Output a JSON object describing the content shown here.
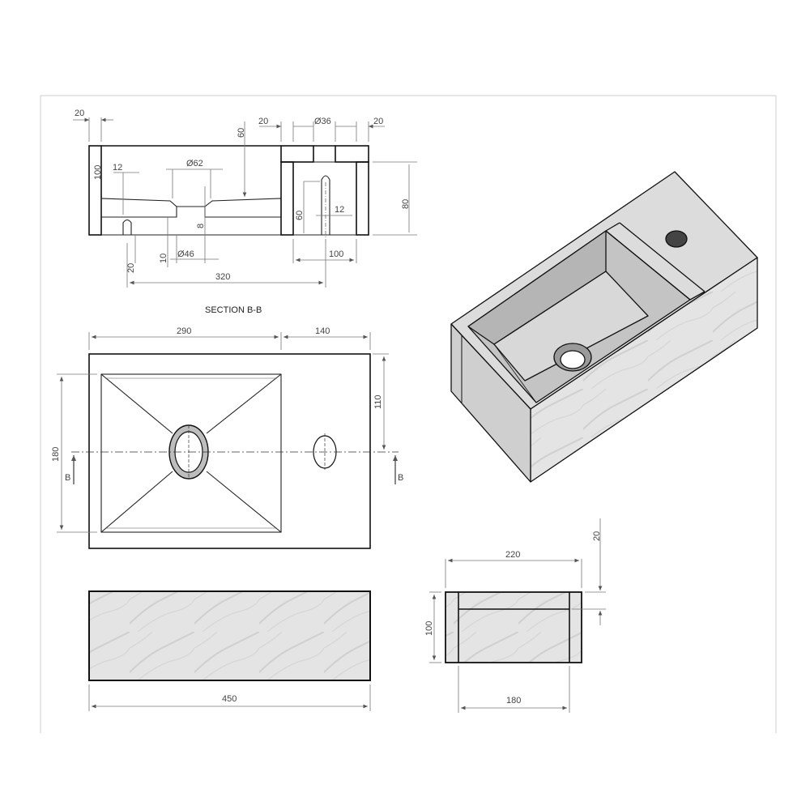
{
  "colors": {
    "marble": "#e3e3e3",
    "marble_vein": "#c9c9c9",
    "line": "#111111",
    "dimension": "#777777",
    "frame": "#cccccc"
  },
  "section": {
    "title": "SECTION B-B",
    "dims": {
      "left_wall": "20",
      "depth_basin": "60",
      "right_wall_left": "20",
      "tap_hole": "Ø36",
      "right_wall_right": "20",
      "height": "100",
      "slot_width_left": "12",
      "drain_top": "Ø62",
      "cabinet_height": "80",
      "slot_height": "60",
      "slot_width_right": "12",
      "drain_depth": "8",
      "slot_left_height": "20",
      "floor_gap": "10",
      "drain_bottom": "Ø46",
      "cabinet_width": "100",
      "slot_spacing": "320"
    }
  },
  "plan": {
    "dims": {
      "basin_width": "290",
      "side_width": "140",
      "depth": "180",
      "tap_offset": "110"
    },
    "section_marker": "B"
  },
  "front": {
    "dims": {
      "length": "450"
    }
  },
  "side": {
    "dims": {
      "outer_width": "220",
      "top_thickness": "20",
      "height": "100",
      "inner_width": "180"
    }
  }
}
